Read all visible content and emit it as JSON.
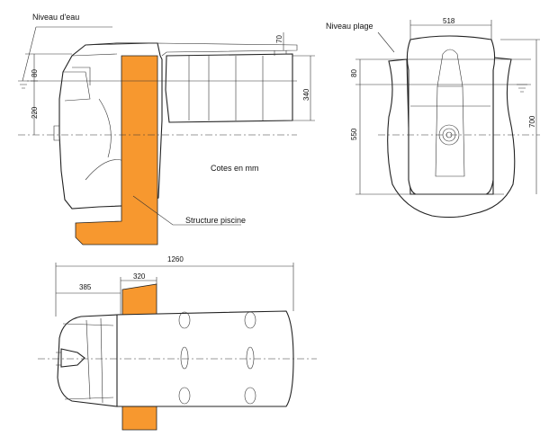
{
  "labels": {
    "niveau_eau": "Niveau d'eau",
    "niveau_plage": "Niveau plage",
    "cotes": "Cotes en mm",
    "structure": "Structure piscine"
  },
  "dims": {
    "d70": "70",
    "d80_left": "80",
    "d220": "220",
    "d340": "340",
    "d518": "518",
    "d80_right": "80",
    "d550": "550",
    "d700": "700",
    "d1260": "1260",
    "d385": "385",
    "d320": "320"
  },
  "colors": {
    "structure": "#F7982F",
    "line": "#222222"
  }
}
